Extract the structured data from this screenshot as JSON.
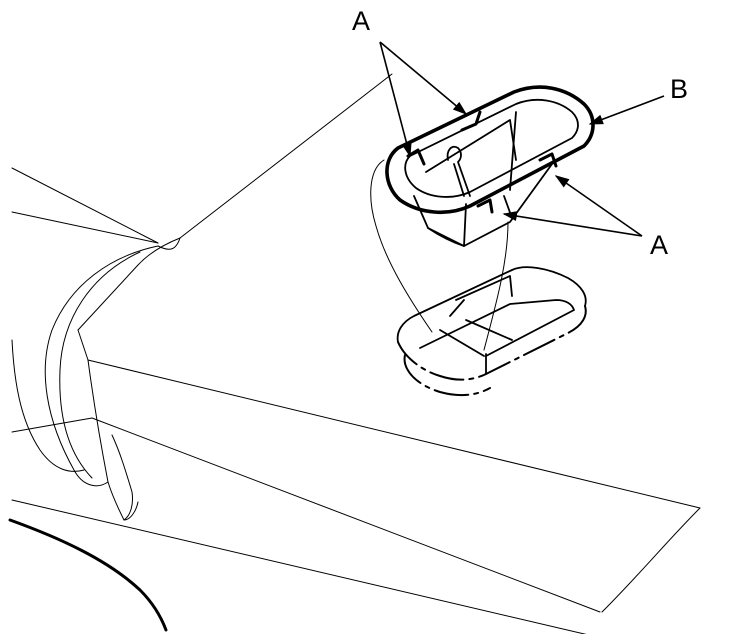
{
  "callouts": {
    "a_top": "A",
    "b": "B",
    "a_right": "A"
  }
}
